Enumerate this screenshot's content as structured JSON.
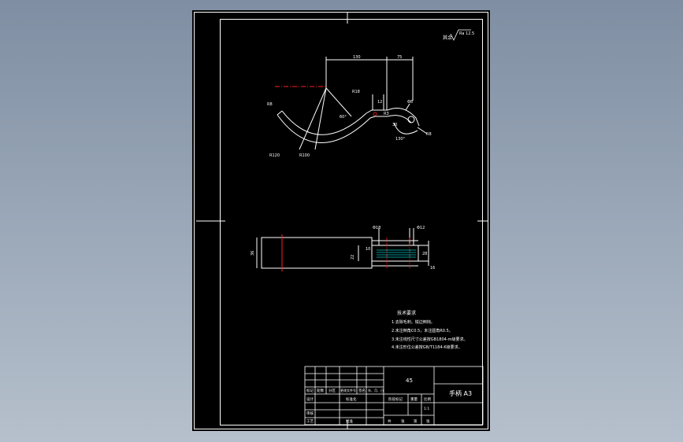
{
  "drawing": {
    "roughness_label": "其余",
    "roughness_value": "Ra 12.5",
    "top_view": {
      "dims": {
        "horizontal_long": "130",
        "horizontal_short": "75",
        "r_small": "R18",
        "r_left": "R8",
        "r_center": "R120",
        "r_lower": "R100",
        "angle_center": "60°",
        "angle_right": "130°",
        "dia_right": "Φ8",
        "r_hook": "R8",
        "dim_12": "12",
        "dim_30": "30",
        "r_end": "R3"
      }
    },
    "side_view": {
      "dims": {
        "height": "36",
        "dia_left": "Φ18",
        "dia_right": "Φ12",
        "dim_22": "22",
        "dim_10": "10",
        "dim_28": "28",
        "dim_16": "16"
      }
    },
    "tech_requirements": {
      "title": "技术要求",
      "items": [
        "1.去除毛刺，锐边倒钝。",
        "2.未注倒角C0.5，未注圆角R0.5。",
        "3.未注线性尺寸公差按GB1804-m级要求。",
        "4.未注形位公差按GB/T1184-K级要求。"
      ]
    },
    "title_block": {
      "material": "45",
      "part_name": "手柄 A3",
      "row_labels": {
        "mark": "标记",
        "count": "处数",
        "zone": "分区",
        "doc_no": "更改文件号",
        "sign": "签名",
        "date": "年、月、日",
        "design": "设计",
        "standardize": "标准化",
        "review": "审核",
        "craft": "工艺",
        "approve": "批准",
        "stage_mark": "阶段标记",
        "weight": "重量",
        "scale": "比例",
        "scale_value": "1:1",
        "sheet_total": "共",
        "sheet_unit": "张",
        "sheet_no": "第",
        "sheet_unit2": "张"
      }
    },
    "colors": {
      "background": "#000000",
      "line": "#ffffff",
      "center_line": "#ff2020",
      "hatch": "#00c8c8"
    }
  }
}
